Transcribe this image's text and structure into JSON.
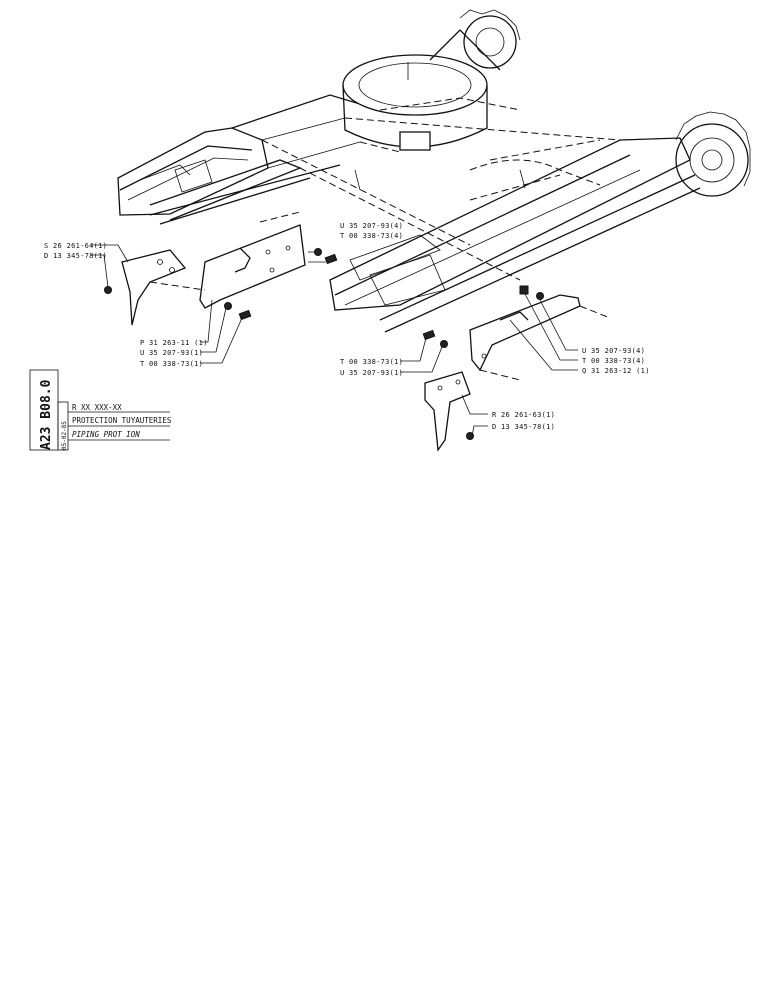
{
  "callouts": {
    "left_bracket_part": "S 26 261-64(1)",
    "left_bracket_screw": "D 13 345-78(1)",
    "upper_washer": "U 35 207-93(4)",
    "upper_screw": "T 00 338-73(4)",
    "left_plate": "P 31 263-11 (1)",
    "left_washer": "U 35 207-93(1)",
    "left_screw": "T 00 338-73(1)",
    "right_lower_screw": "T 00 338-73(1)",
    "right_lower_washer": "U 35 207-93(1)",
    "right_washer": "U 35 207-93(4)",
    "right_screw": "T 00 338-73(4)",
    "right_plate": "Q 31 263-12 (1)",
    "right_bracket_part": "R 26 261-63(1)",
    "right_bracket_screw": "D 13 345-78(1)"
  },
  "title_block": {
    "code": "A23 B08.0",
    "date": "05-02-85",
    "ref": "R XX XXX-XX",
    "title_fr": "PROTECTION TUYAUTERIES",
    "title_en": "PIPING PROT   ION"
  }
}
